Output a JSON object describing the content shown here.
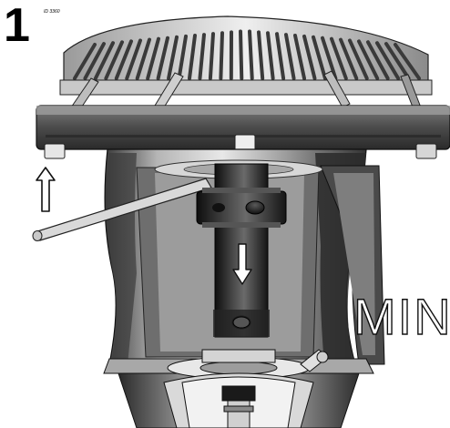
{
  "figure": {
    "step_number": "1",
    "doc_id": "ID 3360",
    "level_label": "MIN"
  },
  "icons": {
    "up_arrow": "up-arrow-icon",
    "down_arrow": "down-arrow-icon"
  }
}
